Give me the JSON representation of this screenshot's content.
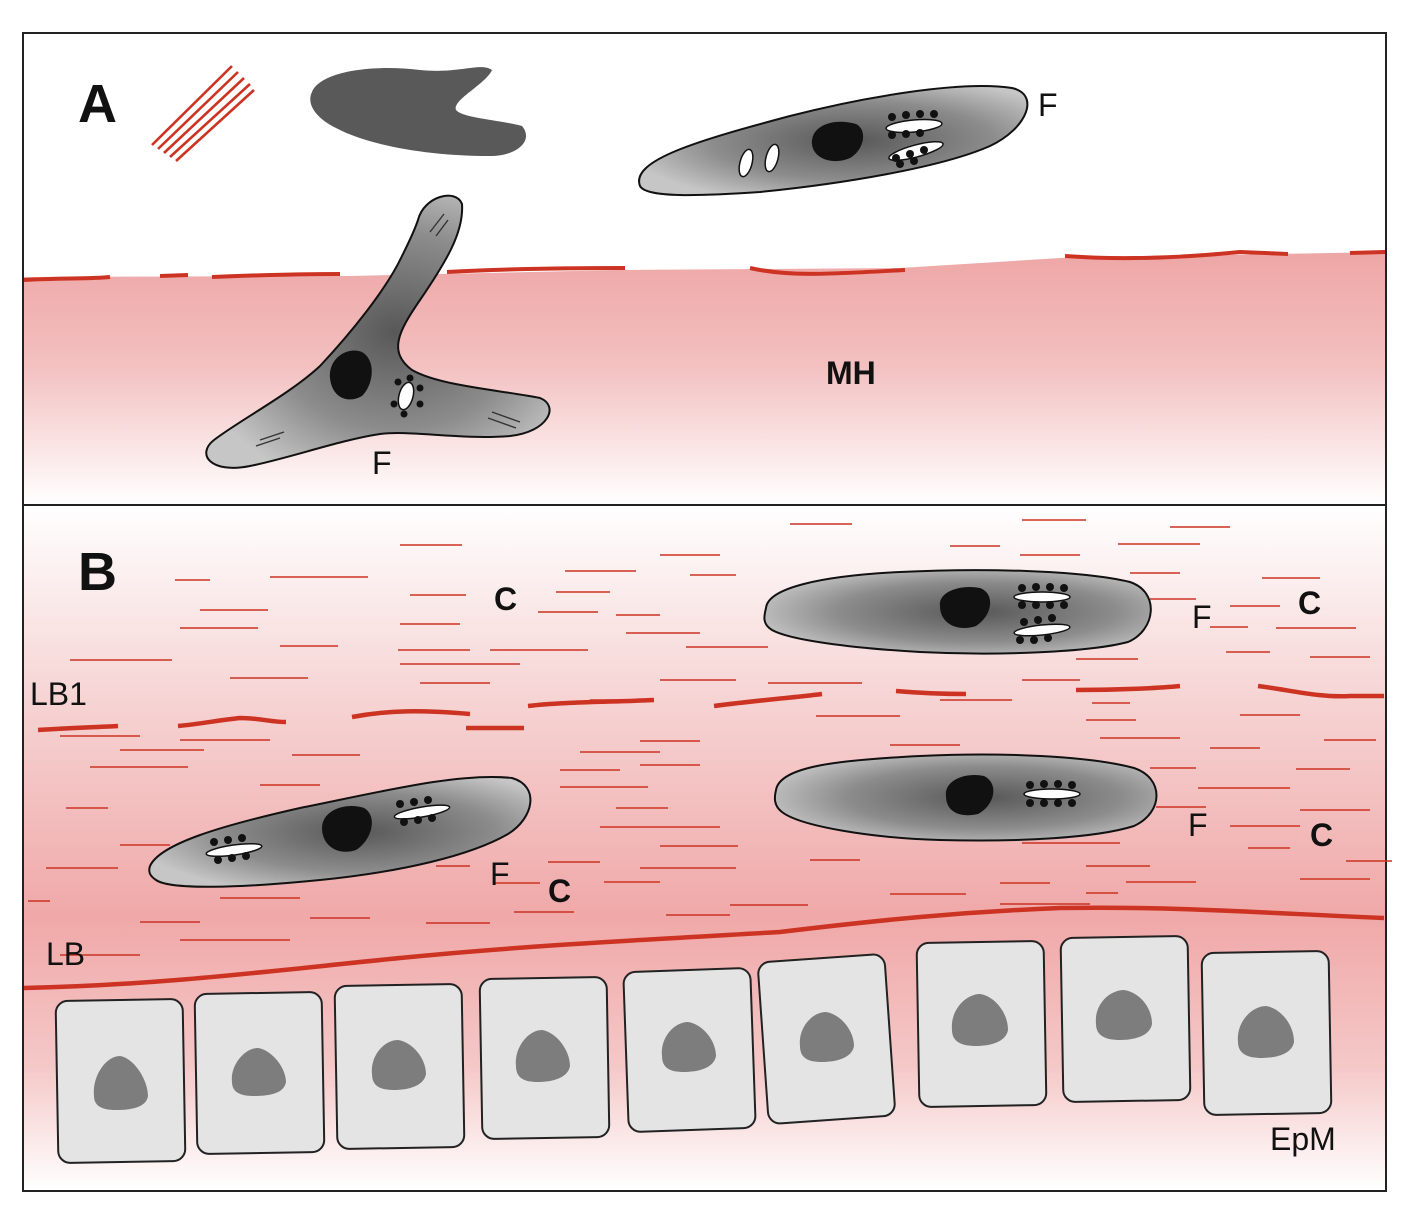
{
  "panels": {
    "a": {
      "letter": "A",
      "labels": {
        "fibroblast_top": "F",
        "fibroblast_bottom": "F",
        "matrix": "MH"
      }
    },
    "b": {
      "letter": "B",
      "labels": {
        "lamina_1": "LB1",
        "lamina": "LB",
        "epithelium": "EpM",
        "fib_top": "F",
        "fib_left": "F",
        "fib_right": "F",
        "collagen_1": "C",
        "collagen_2": "C",
        "collagen_3": "C",
        "collagen_4": "C"
      }
    }
  },
  "colors": {
    "fiber_red": "#cc3322",
    "matrix_pink": "#eea6a6",
    "cell_gray": "#8a8a8a",
    "nucleus": "#111111",
    "epithelial_fill": "#e4e4e4",
    "epithelial_nucleus": "#7d7d7d"
  }
}
